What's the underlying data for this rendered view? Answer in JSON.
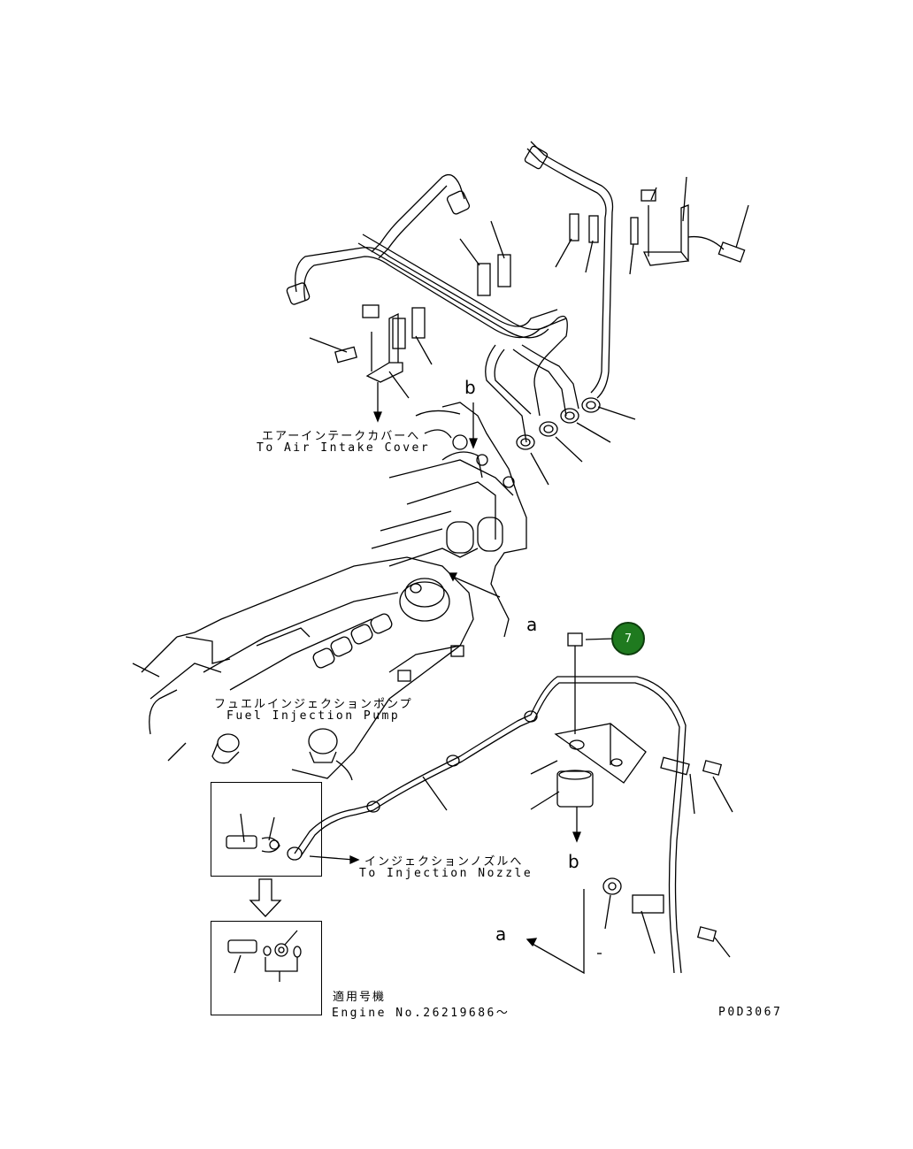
{
  "callouts": {
    "air_intake_jp": "エアーインテークカバーへ",
    "air_intake_en": "To Air Intake Cover",
    "pump_jp": "フュエルインジェクションポンプ",
    "pump_en": "Fuel Injection Pump",
    "nozzle_jp": "インジェクションノズルへ",
    "nozzle_en": "To Injection Nozzle",
    "applicable_jp": "適用号機",
    "applicable_en": "Engine No.26219686～",
    "drawing_code": "P0D3067"
  },
  "reference_letters": {
    "b_upper": "b",
    "a_upper": "a",
    "b_lower": "b",
    "a_lower": "a"
  },
  "part_badge": {
    "number": "7",
    "color": "#1f7a1f"
  }
}
